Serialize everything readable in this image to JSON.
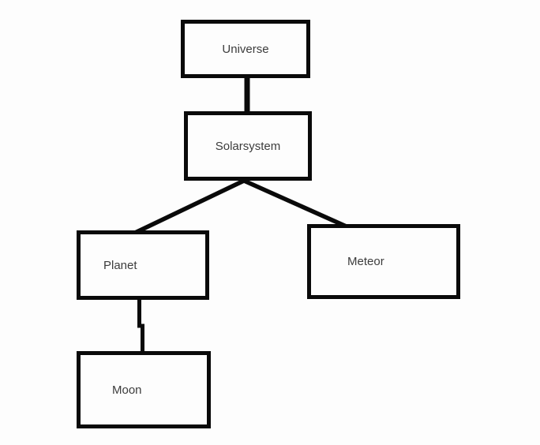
{
  "diagram": {
    "type": "hierarchy",
    "nodes": [
      {
        "id": "universe",
        "label": "Universe"
      },
      {
        "id": "solarsystem",
        "label": "Solarsystem"
      },
      {
        "id": "planet",
        "label": "Planet"
      },
      {
        "id": "meteor",
        "label": "Meteor"
      },
      {
        "id": "moon",
        "label": "Moon"
      }
    ],
    "edges": [
      {
        "from": "Universe",
        "to": "Solarsystem"
      },
      {
        "from": "Solarsystem",
        "to": "Planet"
      },
      {
        "from": "Solarsystem",
        "to": "Meteor"
      },
      {
        "from": "Planet",
        "to": "Moon"
      }
    ],
    "colors": {
      "line": "#0a0a0a",
      "box_border": "#0a0a0a",
      "box_fill": "#fdfdfd",
      "text": "#3c3c3c",
      "background": "#fdfdfd"
    }
  }
}
